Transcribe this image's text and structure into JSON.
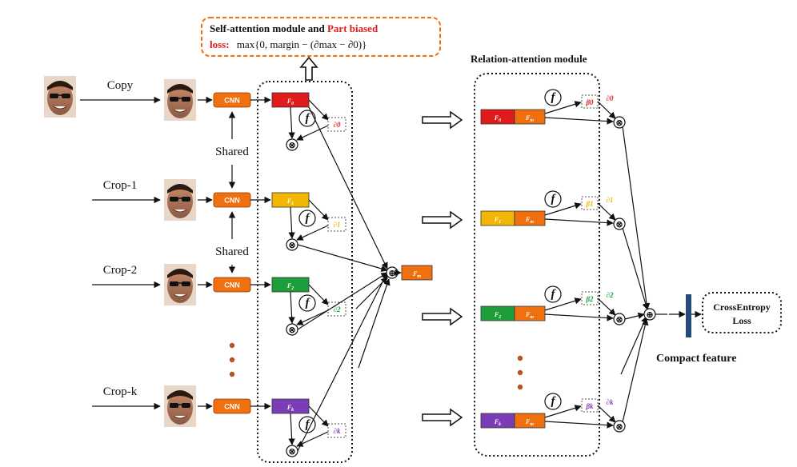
{
  "inputs": [
    {
      "label": "Copy"
    },
    {
      "label": "Crop-1"
    },
    {
      "label": "Crop-2"
    },
    {
      "label": "Crop-k"
    }
  ],
  "shared_label": "Shared",
  "cnn_label": "CNN",
  "self_attention": {
    "title_part1": "Self-attention module and ",
    "title_part2": "Part biased",
    "title_part3": "loss:",
    "formula": "max{0, margin − (∂max − ∂0)}",
    "features": [
      "F0",
      "F1",
      "F2",
      "Fk"
    ],
    "alphas": [
      "∂0",
      "∂1",
      "∂2",
      "∂k"
    ],
    "f_symbol": "f",
    "otimes": "⊗"
  },
  "fm_label": "Fm",
  "oplus": "⊕",
  "relation_attention": {
    "title": "Relation-attention module",
    "features": [
      "F0",
      "F1",
      "F2",
      "Fk"
    ],
    "betas": [
      "β0",
      "β1",
      "β2",
      "βk"
    ],
    "alphas": [
      "∂0",
      "∂1",
      "∂2",
      "∂k"
    ]
  },
  "crossentropy": {
    "line1": "CrossEntropy",
    "line2": "Loss"
  },
  "compact_feature": "Compact feature",
  "colors": {
    "f0": "#e01b1b",
    "f1": "#f2b705",
    "f2": "#1e9e3a",
    "fk": "#7b3db5",
    "cnn": "#f07010",
    "fm": "#f07010",
    "bar": "#24497a",
    "dots": "#b5541c",
    "dashed_box": "#f07010",
    "red_text": "#e01b1b"
  }
}
